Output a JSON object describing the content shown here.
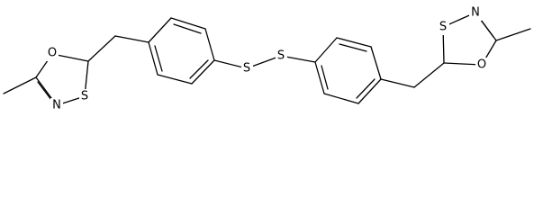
{
  "structure": {
    "atoms": [
      {
        "id": "ring1_O",
        "label": "O"
      },
      {
        "id": "ring1_S",
        "label": "S"
      },
      {
        "id": "ring1_N",
        "label": "N"
      },
      {
        "id": "disulfide_S1",
        "label": "S"
      },
      {
        "id": "disulfide_S2",
        "label": "S"
      },
      {
        "id": "ring2_S",
        "label": "S"
      },
      {
        "id": "ring2_N",
        "label": "N"
      },
      {
        "id": "ring2_O",
        "label": "O"
      }
    ]
  },
  "colors": {
    "bond": "#000000",
    "background": "#ffffff"
  }
}
